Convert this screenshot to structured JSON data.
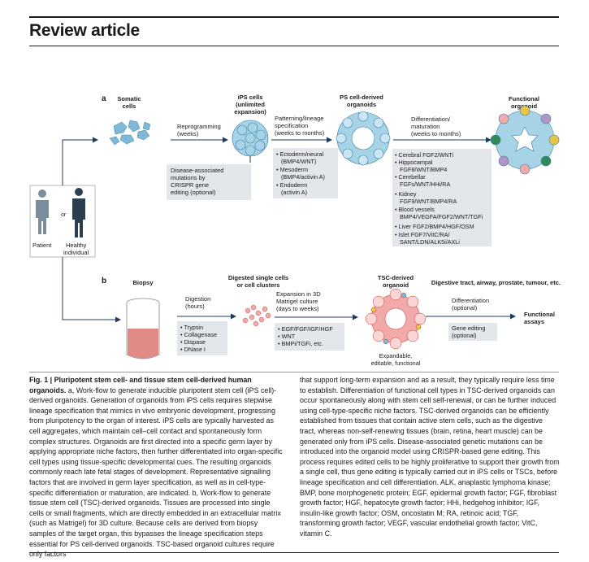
{
  "page": {
    "title": "Review article"
  },
  "figure": {
    "panel_a": {
      "letter": "a",
      "stages": {
        "somatic": [
          "Somatic",
          "cells"
        ],
        "ips": [
          "iPS cells",
          "(unlimited",
          "expansion)"
        ],
        "organoids": [
          "PS cell-derived",
          "organoids"
        ],
        "functional": [
          "Functional",
          "organoid"
        ]
      },
      "reprogramming": [
        "Reprogramming",
        "(weeks)"
      ],
      "patterning": [
        "Patterning/lineage",
        "specification",
        "(weeks to months)"
      ],
      "differentiation": [
        "Differentiation/",
        "maturation",
        "(weeks to months)"
      ],
      "disease_box": [
        "Disease-associated",
        "mutations by",
        "CRISPR gene",
        "editing (optional)"
      ],
      "germ_layers": [
        "• Ectoderm/neural",
        "(BMP4/WNT)",
        "• Mesoderm",
        "(BMP4/activin A)",
        "• Endoderm",
        "(activin A)"
      ],
      "organ_factors": [
        "• Cerebral FGF2/WNTi",
        "• Hippocampal",
        "FGF8/WNT/BMP4",
        "• Cerebellar",
        "FGFs/WNT/HHi/RA",
        "• Kidney",
        "FGF9/WNT/BMP4/RA",
        "• Blood vessels",
        "BMP4/VEGFA/FGF2/WNT/TGFi",
        "• Liver FGF2/BMP4/HGF/OSM",
        "• Islet FGF7/VitC/RA/",
        "SANT/LDN/ALK5i/AXLi"
      ]
    },
    "people": {
      "or": "or",
      "patient": "Patient",
      "healthy": [
        "Healthy",
        "individual"
      ]
    },
    "panel_b": {
      "letter": "b",
      "biopsy": "Biopsy",
      "digested": [
        "Digested single cells",
        "or cell clusters"
      ],
      "digestion": [
        "Digestion",
        "(hours)"
      ],
      "enzymes": [
        "• Trypsin",
        "• Collagenase",
        "• Dispase",
        "• DNase I"
      ],
      "expansion": [
        "Expansion in 3D",
        "Matrigel culture",
        "(days to weeks)"
      ],
      "growth_factors": [
        "• EGF/FGF/IGF/HGF",
        "• WNT",
        "• BMPi/TGFi, etc."
      ],
      "tsc": [
        "TSC-derived",
        "organoid"
      ],
      "expandable": [
        "Expandable,",
        "editable, functional"
      ],
      "tissues": "Digestive tract, airway, prostate, tumour, etc.",
      "diff_optional": [
        "Differentiation",
        "(optional)"
      ],
      "gene_editing": [
        "Gene editing",
        "(optional)"
      ],
      "assays": [
        "Functional",
        "assays"
      ]
    }
  },
  "caption": {
    "heading": "Fig. 1 | Pluripotent stem cell- and tissue stem cell-derived human organoids.",
    "left": "a, Work-flow to generate inducible pluripotent stem cell (iPS cell)-derived organoids. Generation of organoids from iPS cells requires stepwise lineage specification that mimics in vivo embryonic development, progressing from pluripotency to the organ of interest. iPS cells are typically harvested as cell aggregates, which maintain cell–cell contact and spontaneously form complex structures. Organoids are first directed into a specific germ layer by applying appropriate niche factors, then further differentiated into organ-specific cell types using tissue-specific developmental cues. The resulting organoids commonly reach late fetal stages of development. Representative signalling factors that are involved in germ layer specification, as well as in cell-type-specific differentiation or maturation, are indicated. b, Work-flow to generate tissue stem cell (TSC)-derived organoids. Tissues are processed into single cells or small fragments, which are directly embedded in an extracellular matrix (such as Matrigel) for 3D culture. Because cells are derived from biopsy samples of the target organ, this bypasses the lineage specification steps essential for PS cell-derived organoids. TSC-based organoid cultures require only factors",
    "right": "that support long-term expansion and as a result, they typically require less time to establish. Differentiation of functional cell types in TSC-derived organoids can occur spontaneously along with stem cell self-renewal, or can be further induced using cell-type-specific niche factors. TSC-derived organoids can be efficiently established from tissues that contain active stem cells, such as the digestive tract, whereas non-self-renewing tissues (brain, retina, heart muscle) can be generated only from iPS cells. Disease-associated genetic mutations can be introduced into the organoid model using CRISPR-based gene editing. This process requires edited cells to be highly proliferative to support their growth from a single cell, thus gene editing is typically carried out in iPS cells or TSCs, before lineage specification and cell differentiation. ALK, anaplastic lymphoma kinase; BMP, bone morphogenetic protein; EGF, epidermal growth factor; FGF, fibroblast growth factor; HGF, hepatocyte growth factor; HHi, hedgehog inhibitor; IGF, insulin-like growth factor; OSM, oncostatin M; RA, retinoic acid; TGF, transforming growth factor; VEGF, vascular endothelial growth factor; VitC, vitamin C."
  },
  "colors": {
    "navy": "#1f3a5c",
    "box_gray": "#e3e6ea",
    "bullet_red": "#c0392b",
    "cell_blue": "#7fb9d6",
    "organoid_blue": "#a7d3e6",
    "tsc_pink": "#f2a9a9",
    "accent_green": "#2e8b57",
    "accent_yellow": "#e9c34a",
    "accent_purple": "#b294c9"
  }
}
